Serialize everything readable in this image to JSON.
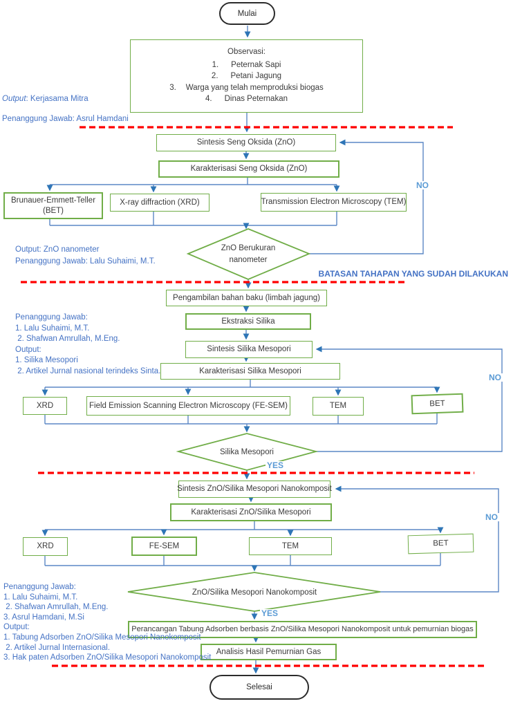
{
  "colors": {
    "box_green": "#70AD47",
    "connector_blue": "#4472C4",
    "arrow_blue": "#2E75B6",
    "divider_red": "#FF0000",
    "annotation_blue": "#4472C4",
    "label_blue": "#5B9BD5"
  },
  "flow": {
    "start": "Mulai",
    "observasi": {
      "title": "Observasi:",
      "items": [
        {
          "num": "1.",
          "text": "Peternak Sapi"
        },
        {
          "num": "2.",
          "text": "Petani Jagung"
        },
        {
          "num": "3.",
          "text": "Warga yang telah memproduksi biogas"
        },
        {
          "num": "4.",
          "text": "Dinas Peternakan"
        }
      ]
    },
    "stage1": {
      "sintesis": "Sintesis Seng Oksida (ZnO)",
      "karakterisasi": "Karakterisasi Seng Oksida (ZnO)",
      "bet": "Brunauer-Emmett-Teller (BET)",
      "xrd": "X-ray diffraction (XRD)",
      "tem": "Transmission Electron Microscopy (TEM)",
      "decision": "ZnO Berukuran nanometer",
      "no": "NO"
    },
    "stage2": {
      "bahan_baku": "Pengambilan bahan baku (limbah jagung)",
      "ekstraksi": "Ekstraksi Silika",
      "sintesis": "Sintesis Silika Mesopori",
      "karakterisasi": "Karakterisasi Silika Mesopori",
      "xrd": "XRD",
      "fesem": "Field Emission Scanning Electron Microscopy (FE-SEM)",
      "tem": "TEM",
      "bet": "BET",
      "decision": "Silika Mesopori",
      "no": "NO",
      "yes": "YES"
    },
    "stage3": {
      "sintesis": "Sintesis ZnO/Silika Mesopori Nanokomposit",
      "karakterisasi": "Karakterisasi ZnO/Silika Mesopori",
      "xrd": "XRD",
      "fesem": "FE-SEM",
      "tem": "TEM",
      "bet": "BET",
      "decision": "ZnO/Silika Mesopori Nanokomposit",
      "no": "NO",
      "yes": "YES",
      "perancangan": "Perancangan Tabung Adsorben berbasis ZnO/Silika Mesopori Nanokomposit untuk pemurnian biogas",
      "analisis": "Analisis Hasil Pemurnian Gas"
    },
    "end": "Selesai"
  },
  "annotations": {
    "block1": {
      "output_label": "Output",
      "output_rest": ": Kerjasama Mitra",
      "pj": "Penanggung Jawab: Asrul Hamdani"
    },
    "block2": {
      "output": "Output: ZnO nanometer",
      "pj": "Penanggung Jawab: Lalu Suhaimi, M.T."
    },
    "batasan": "BATASAN TAHAPAN YANG SUDAH DILAKUKAN",
    "block3": {
      "lines": [
        "Penanggung Jawab:",
        "1. Lalu Suhaimi, M.T.",
        " 2. Shafwan Amrullah, M.Eng.",
        "Output:",
        "1. Silika Mesopori",
        " 2. Artikel Jurnal nasional terindeks Sinta."
      ]
    },
    "block4": {
      "lines": [
        "Penanggung Jawab:",
        "1. Lalu Suhaimi, M.T.",
        " 2. Shafwan Amrullah, M.Eng.",
        "3. Asrul Hamdani, M.Si",
        "Output:",
        "1. Tabung Adsorben ZnO/Silika Mesopori Nanokomposit",
        " 2. Artikel Jurnal Internasional.",
        "3. Hak paten Adsorben ZnO/Silika Mesopori Nanokomposit"
      ]
    }
  }
}
